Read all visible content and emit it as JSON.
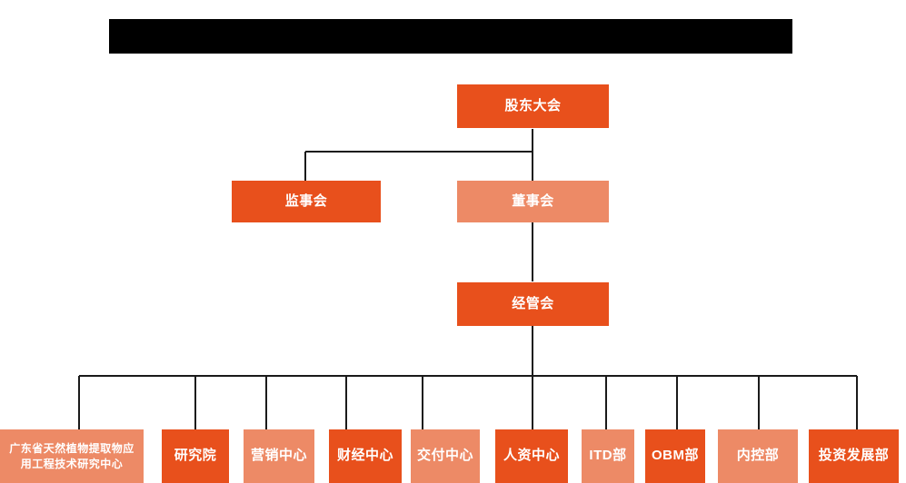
{
  "chart_data": {
    "type": "diagram",
    "diagram_type": "organization-chart",
    "title": "",
    "colors": {
      "dark_orange": "#E8501C",
      "light_orange": "#ED8A66",
      "connector": "#1a1a1a",
      "redacted_bar": "#000000",
      "text": "#FFFFFF",
      "background": "#FFFFFF"
    },
    "nodes": [
      {
        "id": "n1",
        "label": "股东大会",
        "tier": 1,
        "color": "dark_orange"
      },
      {
        "id": "n2",
        "label": "监事会",
        "tier": 2,
        "color": "dark_orange"
      },
      {
        "id": "n3",
        "label": "董事会",
        "tier": 2,
        "color": "light_orange"
      },
      {
        "id": "n4",
        "label": "经管会",
        "tier": 3,
        "color": "dark_orange"
      },
      {
        "id": "n5",
        "label": "广东省天然植物提取物应用工程技术研究中心",
        "tier": 4,
        "color": "light_orange"
      },
      {
        "id": "n6",
        "label": "研究院",
        "tier": 4,
        "color": "dark_orange"
      },
      {
        "id": "n7",
        "label": "营销中心",
        "tier": 4,
        "color": "light_orange"
      },
      {
        "id": "n8",
        "label": "财经中心",
        "tier": 4,
        "color": "dark_orange"
      },
      {
        "id": "n9",
        "label": "交付中心",
        "tier": 4,
        "color": "light_orange"
      },
      {
        "id": "n10",
        "label": "人资中心",
        "tier": 4,
        "color": "dark_orange"
      },
      {
        "id": "n11",
        "label": "ITD部",
        "tier": 4,
        "color": "light_orange"
      },
      {
        "id": "n12",
        "label": "OBM部",
        "tier": 4,
        "color": "dark_orange"
      },
      {
        "id": "n13",
        "label": "内控部",
        "tier": 4,
        "color": "light_orange"
      },
      {
        "id": "n14",
        "label": "投资发展部",
        "tier": 4,
        "color": "dark_orange"
      }
    ],
    "edges": [
      {
        "from": "n1",
        "to": "n2"
      },
      {
        "from": "n1",
        "to": "n3"
      },
      {
        "from": "n3",
        "to": "n4"
      },
      {
        "from": "n4",
        "to": "n5"
      },
      {
        "from": "n4",
        "to": "n6"
      },
      {
        "from": "n4",
        "to": "n7"
      },
      {
        "from": "n4",
        "to": "n8"
      },
      {
        "from": "n4",
        "to": "n9"
      },
      {
        "from": "n4",
        "to": "n10"
      },
      {
        "from": "n4",
        "to": "n11"
      },
      {
        "from": "n4",
        "to": "n12"
      },
      {
        "from": "n4",
        "to": "n13"
      },
      {
        "from": "n4",
        "to": "n14"
      }
    ]
  },
  "header": {
    "redacted_title": ""
  },
  "tier1": {
    "shareholders_meeting": "股东大会"
  },
  "tier2": {
    "board_of_supervisors": "监事会",
    "board_of_directors": "董事会"
  },
  "tier3": {
    "management_committee": "经管会"
  },
  "tier4": {
    "research_center_line1": "广东省天然植物提取物应",
    "research_center_line2": "用工程技术研究中心",
    "research_institute": "研究院",
    "marketing_center": "营销中心",
    "finance_center": "财经中心",
    "delivery_center": "交付中心",
    "hr_center": "人资中心",
    "itd_department": "ITD部",
    "obm_department": "OBM部",
    "internal_control_department": "内控部",
    "investment_development_department": "投资发展部"
  }
}
